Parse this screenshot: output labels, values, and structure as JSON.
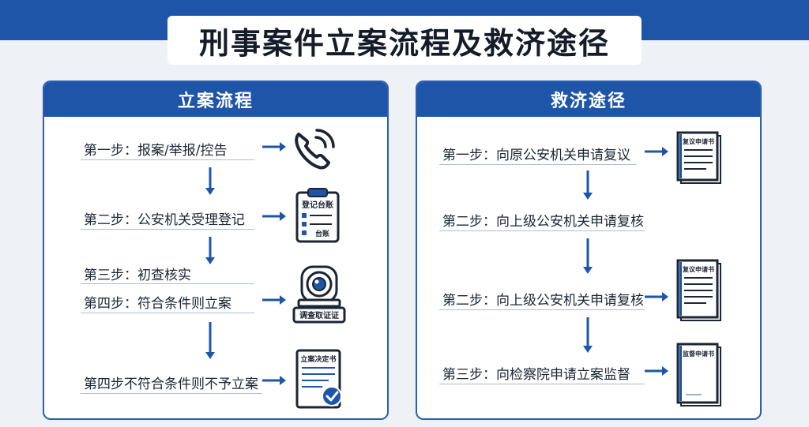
{
  "title": "刑事案件立案流程及救济途径",
  "left_panel": {
    "header": "立案流程",
    "steps": [
      {
        "label": "第一步：报案/举报/控告",
        "icon": "phone-icon"
      },
      {
        "label": "第二步：公安机关受理登记",
        "icon": "clipboard-icon",
        "icon_text_top": "登记台账",
        "icon_text_bottom": "台账"
      },
      {
        "label": "第三步：初查核实",
        "icon": "camera-icon"
      },
      {
        "label": "第四步：符合条件则立案",
        "icon_text": "调查取证证"
      },
      {
        "label": "第四步不符合条件则不予立案",
        "icon": "approved-document-icon",
        "icon_text": "立案决定书"
      }
    ]
  },
  "right_panel": {
    "header": "救济途径",
    "steps": [
      {
        "label": "第一步：向原公安机关申请复议",
        "icon": "document-icon",
        "icon_text": "复议申请书"
      },
      {
        "label": "第二步：向上级公安机关申请复核"
      },
      {
        "label": "第二步：向上级公安机关申请复核",
        "icon": "document-icon",
        "icon_text": "复议申请书"
      },
      {
        "label": "第三步：向检察院申请立案监督",
        "icon": "document-icon",
        "icon_text": "监督申请书"
      }
    ]
  },
  "colors": {
    "primary": "#1f55a8",
    "background": "#eef2f7",
    "text": "#1c2533"
  }
}
